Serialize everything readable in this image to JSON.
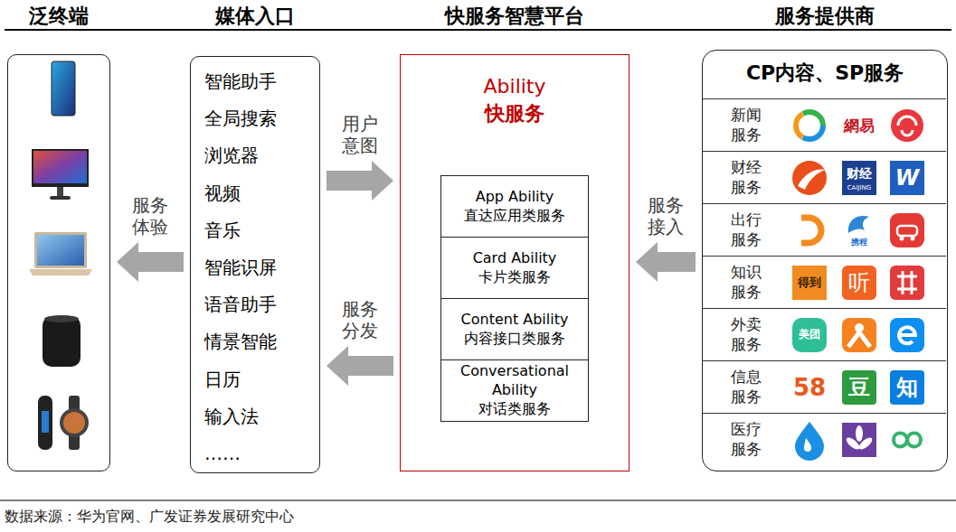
{
  "diagram": {
    "caption": "数据来源：华为官网、广发证券发展研究中心",
    "nodes": [
      {
        "text": [
          "泛终端"
        ]
      },
      {
        "text": [
          "媒体入口",
          "智能助手",
          "全局搜索",
          "浏览器",
          "视频",
          "音乐",
          "智能识屏",
          "语音助手",
          "情景智能",
          "日历",
          "输入法",
          "……"
        ]
      },
      {
        "text": [
          "快服务智慧平台",
          "Ability",
          "快服务"
        ]
      },
      {
        "text": [
          "App Ability",
          "直达应用类服务"
        ],
        "in": 2
      },
      {
        "text": [
          "Card Ability",
          "卡片类服务"
        ],
        "in": 2
      },
      {
        "text": [
          "Content Ability",
          "内容接口类服务"
        ],
        "in": 2
      },
      {
        "text": [
          "Conversational Ability",
          "对话类服务"
        ],
        "in": 2
      },
      {
        "text": [
          "服务提供商",
          "CP内容、SP服务"
        ]
      },
      {
        "text": [
          "新闻 服务"
        ],
        "in": 7
      },
      {
        "text": [
          "财经 服务"
        ],
        "in": 7
      },
      {
        "text": [
          "出行 服务"
        ],
        "in": 7
      },
      {
        "text": [
          "知识 服务"
        ],
        "in": 7
      },
      {
        "text": [
          "外卖 服务"
        ],
        "in": 7
      },
      {
        "text": [
          "信息 服务"
        ],
        "in": 7
      },
      {
        "text": [
          "医疗 服务"
        ],
        "in": 7
      }
    ],
    "edges": [
      {
        "from": 1,
        "to": 2,
        "label": "用户 意图",
        "arrow": "to"
      },
      {
        "from": 2,
        "to": 1,
        "label": "服务 分发",
        "arrow": "to"
      },
      {
        "from": 7,
        "to": 2,
        "label": "服务 接入",
        "arrow": "to"
      },
      {
        "from": 1,
        "to": 0,
        "label": "服务 体验",
        "arrow": "to"
      }
    ],
    "labels": [
      "網易",
      "财经",
      "CAIJING",
      "W",
      "携程",
      "得到",
      "听",
      "美团",
      "58",
      "豆",
      "知"
    ]
  }
}
